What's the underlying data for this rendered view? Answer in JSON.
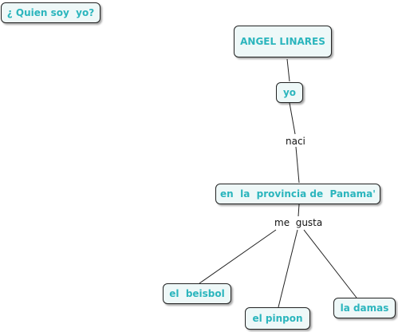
{
  "nodes": {
    "title": "¿ Quien soy  yo?",
    "angel": "ANGEL LINARES",
    "yo": "yo",
    "provincia": "en  la  provincia de  Panama'",
    "beisbol": "el  beisbol",
    "pinpon": "el pinpon",
    "damas": "la damas"
  },
  "links": {
    "naci": "naci",
    "me_gusta": "me  gusta"
  },
  "colors": {
    "node_text": "#2bb5bd",
    "node_fill": "#eef8f8",
    "line": "#222222"
  }
}
